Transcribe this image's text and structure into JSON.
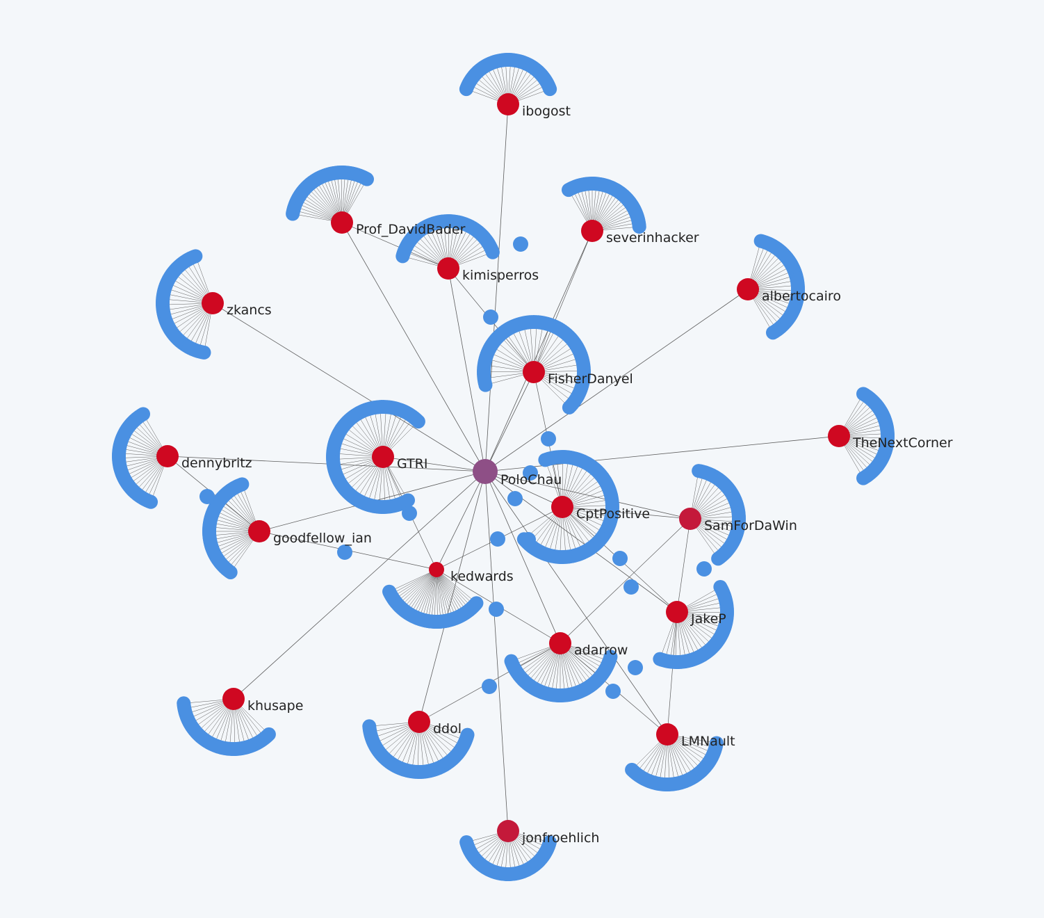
{
  "colors": {
    "background": "#f4f7fa",
    "center": "#8e4f86",
    "hub": "#cf0821",
    "hub_alt": "#c4193a",
    "leaf": "#4a90e2",
    "edge": "#5b5b5b",
    "label": "#222222"
  },
  "center": {
    "id": "polochau",
    "label": "PoloChau"
  },
  "hubs": [
    {
      "id": "ibogost",
      "label": "ibogost"
    },
    {
      "id": "prof_davidbader",
      "label": "Prof_DavidBader"
    },
    {
      "id": "severinhacker",
      "label": "severinhacker"
    },
    {
      "id": "kimisperros",
      "label": "kimisperros"
    },
    {
      "id": "albertocairo",
      "label": "albertocairo"
    },
    {
      "id": "zkancs",
      "label": "zkancs"
    },
    {
      "id": "fisherdanyel",
      "label": "FisherDanyel"
    },
    {
      "id": "dennybritz",
      "label": "dennybritz"
    },
    {
      "id": "gtri",
      "label": "GTRI"
    },
    {
      "id": "thenextcorner",
      "label": "TheNextCorner"
    },
    {
      "id": "cptpositive",
      "label": "CptPositive"
    },
    {
      "id": "samfordawin",
      "label": "SamForDaWin"
    },
    {
      "id": "goodfellow_ian",
      "label": "goodfellow_ian"
    },
    {
      "id": "kedwards",
      "label": "kedwards"
    },
    {
      "id": "jakep",
      "label": "JakeP"
    },
    {
      "id": "adarrow",
      "label": "adarrow"
    },
    {
      "id": "khusape",
      "label": "khusape"
    },
    {
      "id": "ddol",
      "label": "ddol"
    },
    {
      "id": "lmnault",
      "label": "LMNault"
    },
    {
      "id": "jonfroehlich",
      "label": "jonfroehlich"
    }
  ]
}
